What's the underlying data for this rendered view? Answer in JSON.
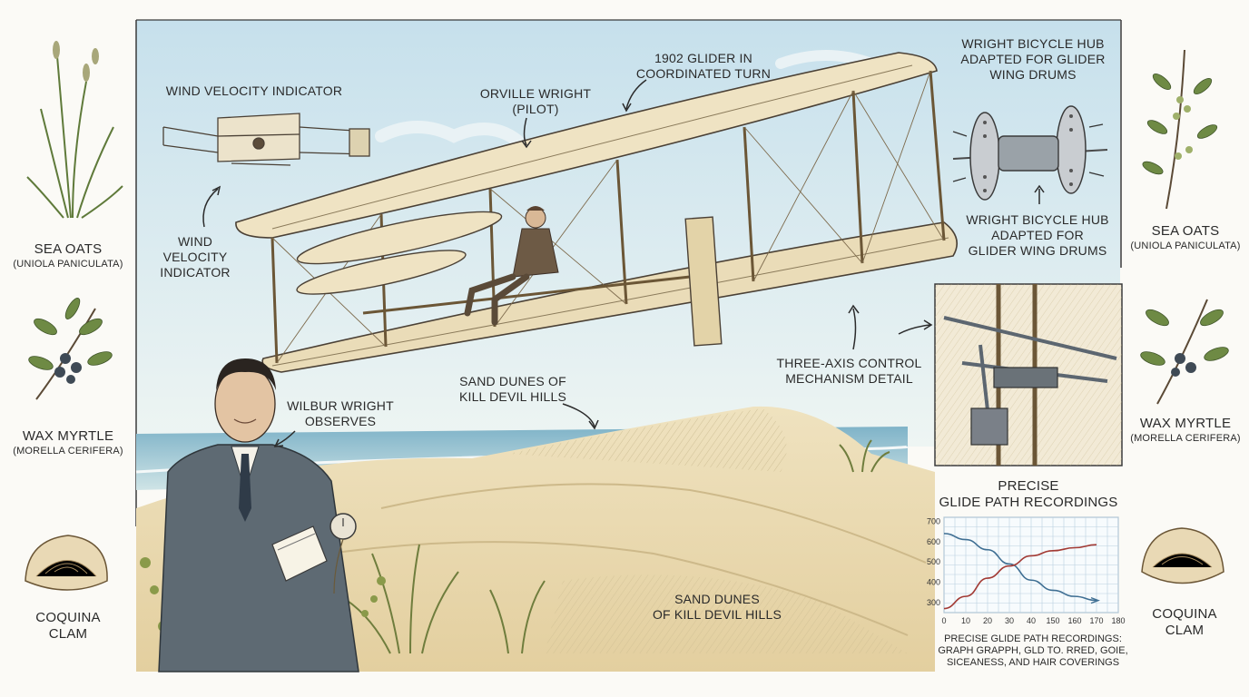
{
  "labels": {
    "glider": [
      "1902 GLIDER IN",
      "COORDINATED TURN"
    ],
    "pilot": [
      "ORVILLE WRIGHT",
      "(PILOT)"
    ],
    "wind_top": "WIND VELOCITY INDICATOR",
    "wind_left": [
      "WIND",
      "VELOCITY",
      "INDICATOR"
    ],
    "hub_top": [
      "WRIGHT BICYCLE HUB",
      "ADAPTED FOR GLIDER",
      "WING DRUMS"
    ],
    "hub_bottom": [
      "WRIGHT BICYCLE HUB",
      "ADAPTED FOR",
      "GLIDER WING DRUMS"
    ],
    "control": [
      "THREE-AXIS CONTROL",
      "MECHANISM DETAIL"
    ],
    "dunes_mid": [
      "SAND DUNES OF",
      "KILL DEVIL HILLS"
    ],
    "dunes_low": [
      "SAND DUNES",
      "OF KILL DEVIL HILLS"
    ],
    "wilbur": [
      "WILBUR WRIGHT",
      "OBSERVES"
    ]
  },
  "left_panel": {
    "sea_oats": "SEA OATS",
    "sea_oats_latin": "(UNIOLA PANICULATA)",
    "wax_myrtle": "WAX MYRTLE",
    "wax_myrtle_latin": "(MORELLA CERIFERA)",
    "coquina": [
      "COQUINA",
      "CLAM"
    ]
  },
  "right_panel": {
    "sea_oats": "SEA OATS",
    "sea_oats_latin": "(UNIOLA PANICULATA)",
    "wax_myrtle": "WAX MYRTLE",
    "wax_myrtle_latin": "(MORELLA CERIFERA)",
    "coquina": [
      "COQUINA",
      "CLAM"
    ]
  },
  "chart_caption": [
    "PRECISE GLIDE PATH RECORDINGS:",
    "GRAPH GRAPPH, GLD TO. RRED, GOIE,",
    "SICEANESS, AND HAIR COVERINGS"
  ],
  "colors": {
    "ink": "#2b2b2b",
    "sky": "#cfe5ef",
    "sand": "#ecdcb4",
    "wing": "#efe3c3",
    "blue_line": "#3f6f93",
    "red_line": "#a23a34",
    "grid": "#b9cfe0"
  },
  "chart_data": {
    "type": "line",
    "title": [
      "PRECISE",
      "GLIDE PATH RECORDINGS"
    ],
    "x": [
      0,
      10,
      20,
      30,
      40,
      150,
      160,
      170,
      180
    ],
    "x_tick_labels": [
      "0",
      "10",
      "20",
      "30",
      "40",
      "150",
      "160",
      "170",
      "180"
    ],
    "y_ticks": [
      300,
      400,
      500,
      600,
      700
    ],
    "ylim": [
      250,
      720
    ],
    "grid": true,
    "series": [
      {
        "color": "#3f6f93",
        "x_index": [
          0,
          1,
          2,
          3,
          4,
          5,
          6,
          7
        ],
        "values": [
          640,
          610,
          560,
          490,
          410,
          360,
          330,
          310
        ]
      },
      {
        "color": "#a23a34",
        "x_index": [
          0,
          1,
          2,
          3,
          4,
          5,
          6,
          7
        ],
        "values": [
          270,
          330,
          420,
          480,
          530,
          555,
          570,
          585
        ]
      }
    ]
  }
}
